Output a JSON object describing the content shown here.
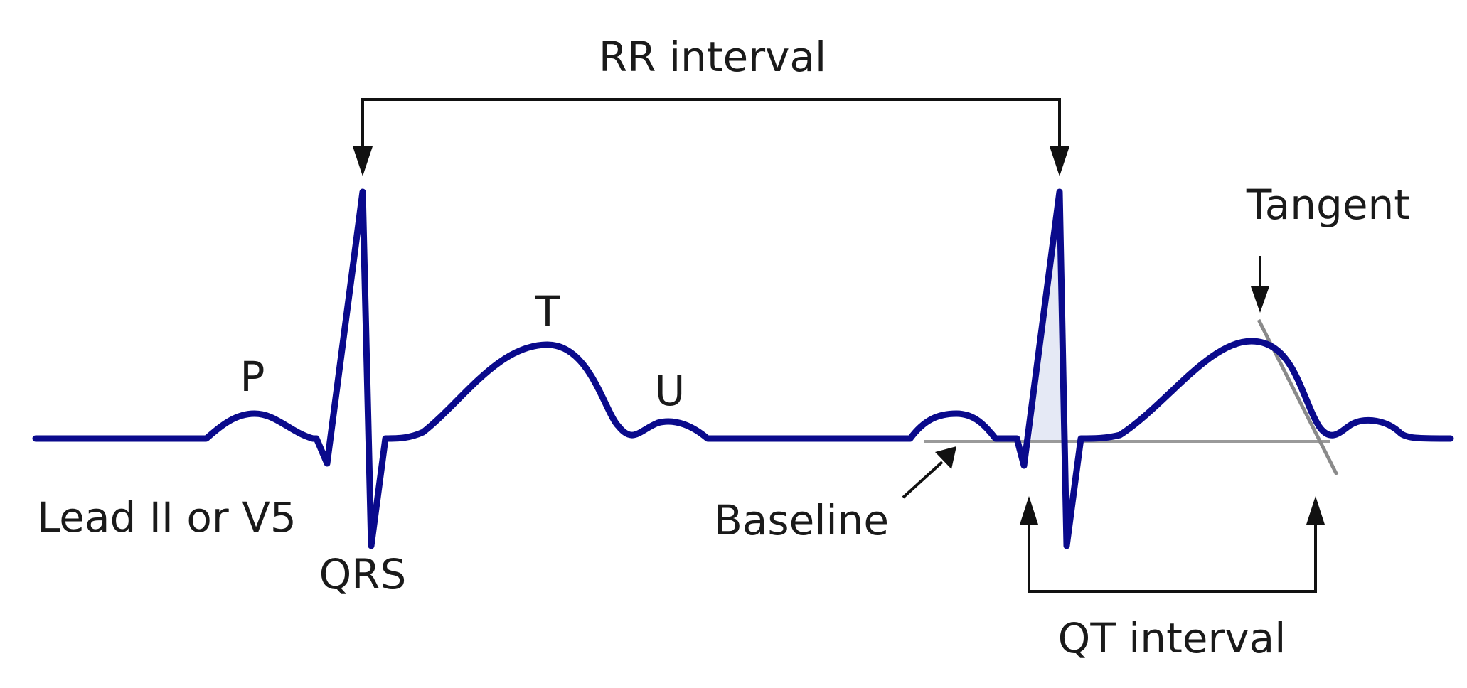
{
  "labels": {
    "rr_interval": "RR interval",
    "tangent": "Tangent",
    "p": "P",
    "t": "T",
    "u": "U",
    "lead": "Lead II or V5",
    "qrs": "QRS",
    "baseline": "Baseline",
    "qt_interval": "QT interval"
  },
  "colors": {
    "trace": "#0a0a8c",
    "baseline": "#9a9a9a",
    "annotation": "#111111"
  }
}
